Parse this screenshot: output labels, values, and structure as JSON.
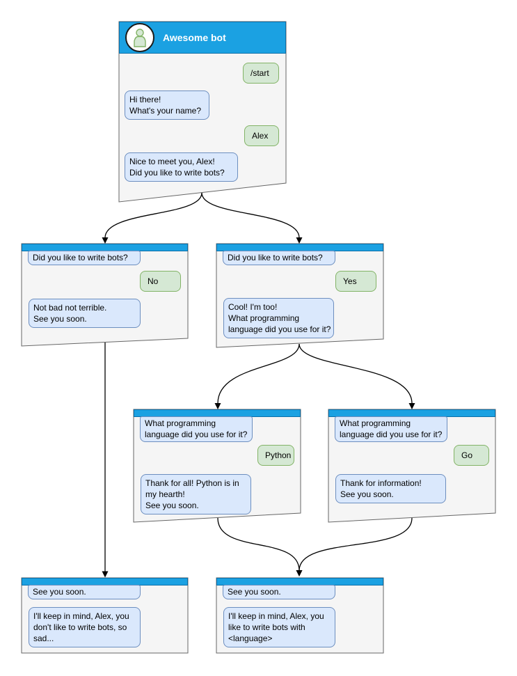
{
  "colors": {
    "header_blue": "#1ba1e2",
    "header_border": "#0c6fa8",
    "node_fill": "#f5f5f5",
    "node_border": "#666666",
    "bot_bubble_fill": "#dae8fc",
    "bot_bubble_border": "#6c8ebf",
    "user_bubble_fill": "#d5e8d4",
    "user_bubble_border": "#82b366",
    "arrow_color": "#000000"
  },
  "main_window": {
    "title": "Awesome bot",
    "avatar": "person-icon",
    "messages": {
      "start_command": "/start",
      "ask_name": "Hi there!\nWhat's your name?",
      "name_reply": "Alex",
      "ask_write_bots": "Nice to meet you, Alex!\nDid you like to write bots?"
    }
  },
  "nodes": {
    "no_branch": {
      "context": "Did you like to write bots?",
      "user_reply": "No",
      "bot_reply": "Not bad not terrible.\nSee you soon."
    },
    "yes_branch": {
      "context": "Did you like to write bots?",
      "user_reply": "Yes",
      "bot_reply": "Cool! I'm too!\nWhat programming\nlanguage did you use for it?"
    },
    "python_branch": {
      "context": "What programming\nlanguage did you use for it?",
      "user_reply": "Python",
      "bot_reply": "Thank for all! Python is in\nmy hearth!\nSee you soon."
    },
    "go_branch": {
      "context": "What programming\nlanguage did you use for it?",
      "user_reply": "Go",
      "bot_reply": "Thank for information!\nSee you soon."
    },
    "end_no": {
      "context": "See you soon.",
      "bot_reply": "I'll keep in mind, Alex, you\ndon't like to write bots, so\nsad..."
    },
    "end_yes": {
      "context": "See you soon.",
      "bot_reply": "I'll keep in mind, Alex, you\nlike to write bots with\n<language>"
    }
  }
}
